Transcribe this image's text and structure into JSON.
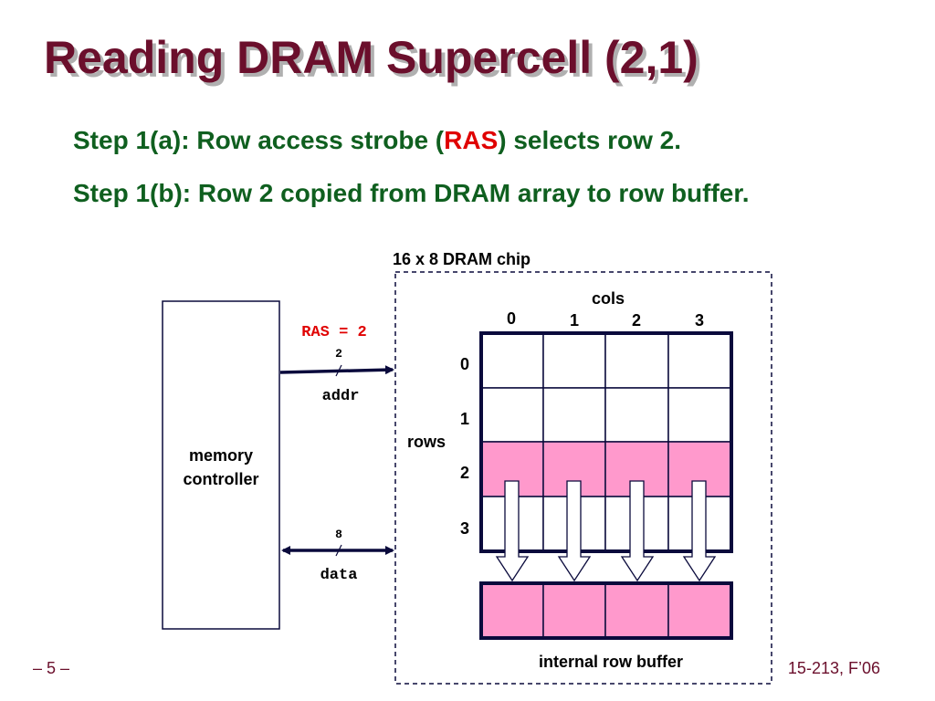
{
  "title": "Reading DRAM Supercell (2,1)",
  "step1a": {
    "prefix": "Step 1(a): Row access strobe (",
    "highlight": "RAS",
    "suffix": ") selects row 2."
  },
  "step1b": "Step 1(b): Row 2 copied from DRAM array to row buffer.",
  "diagram": {
    "chip_label": "16 x 8 DRAM chip",
    "controller_line1": "memory",
    "controller_line2": "controller",
    "ras_label": "RAS = 2",
    "addr_width": "2",
    "addr_label": "addr",
    "data_width": "8",
    "data_label": "data",
    "cols_label": "cols",
    "rows_label": "rows",
    "col_indices": [
      "0",
      "1",
      "2",
      "3"
    ],
    "row_indices": [
      "0",
      "1",
      "2",
      "3"
    ],
    "selected_row": 2,
    "row_buffer_label": "internal row buffer",
    "colors": {
      "highlight_fill": "#ff99cc",
      "border": "#0a0a3c",
      "ras_text": "#e00000"
    }
  },
  "footer": {
    "slide_number": "– 5 –",
    "course": "15-213, F’06"
  }
}
